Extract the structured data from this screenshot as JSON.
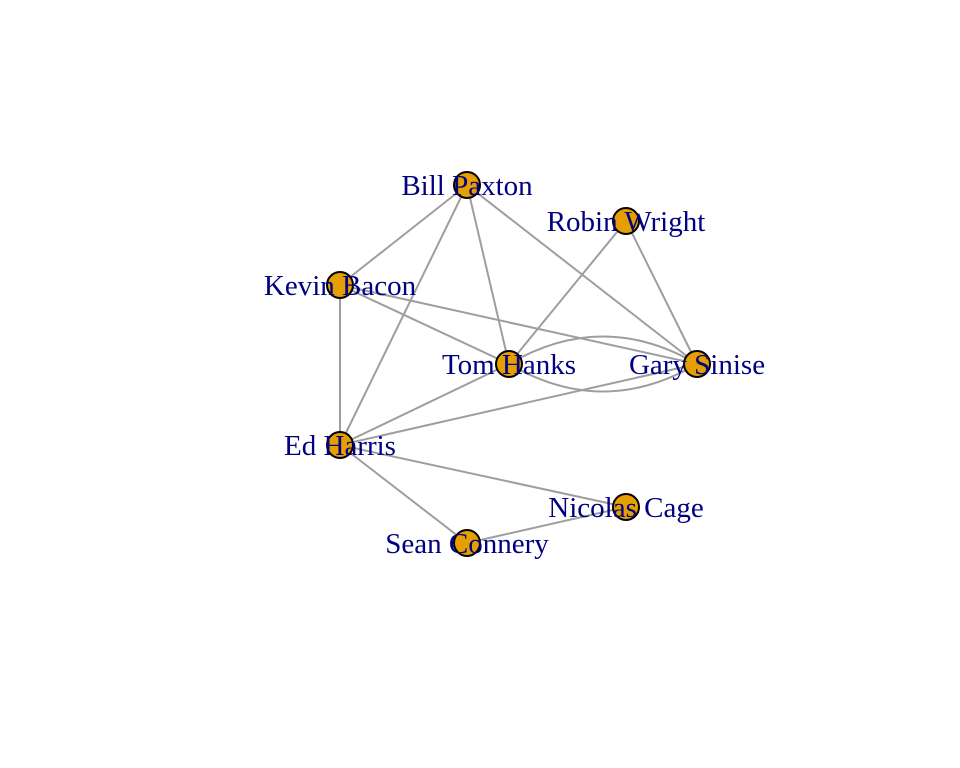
{
  "graph": {
    "nodes": [
      {
        "id": "bill_paxton",
        "label": "Bill Paxton"
      },
      {
        "id": "robin_wright",
        "label": "Robin Wright"
      },
      {
        "id": "kevin_bacon",
        "label": "Kevin Bacon"
      },
      {
        "id": "tom_hanks",
        "label": "Tom Hanks"
      },
      {
        "id": "gary_sinise",
        "label": "Gary Sinise"
      },
      {
        "id": "ed_harris",
        "label": "Ed Harris"
      },
      {
        "id": "nicolas_cage",
        "label": "Nicolas Cage"
      },
      {
        "id": "sean_connery",
        "label": "Sean Connery"
      }
    ],
    "edges": [
      {
        "source": "bill_paxton",
        "target": "kevin_bacon"
      },
      {
        "source": "bill_paxton",
        "target": "tom_hanks"
      },
      {
        "source": "bill_paxton",
        "target": "gary_sinise"
      },
      {
        "source": "bill_paxton",
        "target": "ed_harris"
      },
      {
        "source": "robin_wright",
        "target": "tom_hanks"
      },
      {
        "source": "robin_wright",
        "target": "gary_sinise"
      },
      {
        "source": "kevin_bacon",
        "target": "tom_hanks"
      },
      {
        "source": "kevin_bacon",
        "target": "gary_sinise"
      },
      {
        "source": "kevin_bacon",
        "target": "ed_harris"
      },
      {
        "source": "tom_hanks",
        "target": "gary_sinise"
      },
      {
        "source": "tom_hanks",
        "target": "gary_sinise"
      },
      {
        "source": "tom_hanks",
        "target": "ed_harris"
      },
      {
        "source": "gary_sinise",
        "target": "ed_harris"
      },
      {
        "source": "ed_harris",
        "target": "nicolas_cage"
      },
      {
        "source": "ed_harris",
        "target": "sean_connery"
      },
      {
        "source": "nicolas_cage",
        "target": "sean_connery"
      }
    ],
    "colors": {
      "node_fill": "#E69F00",
      "node_stroke": "#000000",
      "edge": "#9E9E9E",
      "label": "#000080"
    }
  }
}
